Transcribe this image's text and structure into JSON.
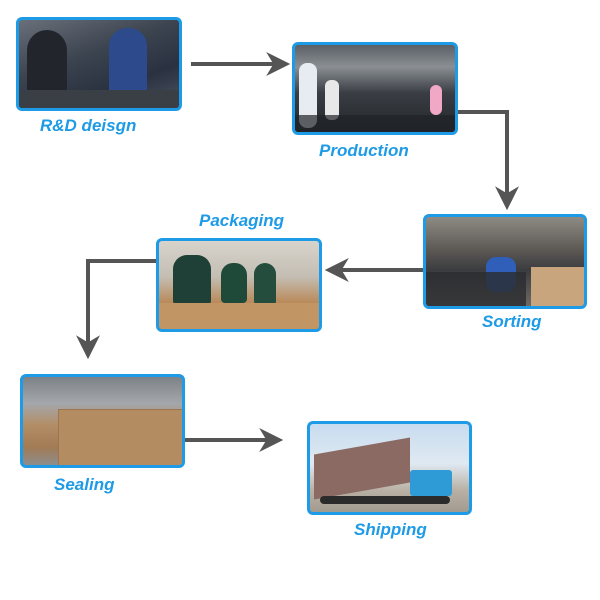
{
  "diagram": {
    "type": "process-flow",
    "accent_color": "#1e9be6",
    "arrow_color": "#555555",
    "steps": [
      {
        "id": "rd",
        "label": "R&D deisgn",
        "photo": "engineers at workbench"
      },
      {
        "id": "production",
        "label": "Production",
        "photo": "factory floor with workers at machines"
      },
      {
        "id": "sorting",
        "label": "Sorting",
        "photo": "worker sorting parts in warehouse"
      },
      {
        "id": "packaging",
        "label": "Packaging",
        "photo": "workers packing boxes"
      },
      {
        "id": "sealing",
        "label": "Sealing",
        "photo": "stacked sealed cartons in warehouse"
      },
      {
        "id": "shipping",
        "label": "Shipping",
        "photo": "container truck"
      }
    ],
    "flow": [
      {
        "from": "rd",
        "to": "production"
      },
      {
        "from": "production",
        "to": "sorting"
      },
      {
        "from": "sorting",
        "to": "packaging"
      },
      {
        "from": "packaging",
        "to": "sealing"
      },
      {
        "from": "sealing",
        "to": "shipping"
      }
    ]
  }
}
